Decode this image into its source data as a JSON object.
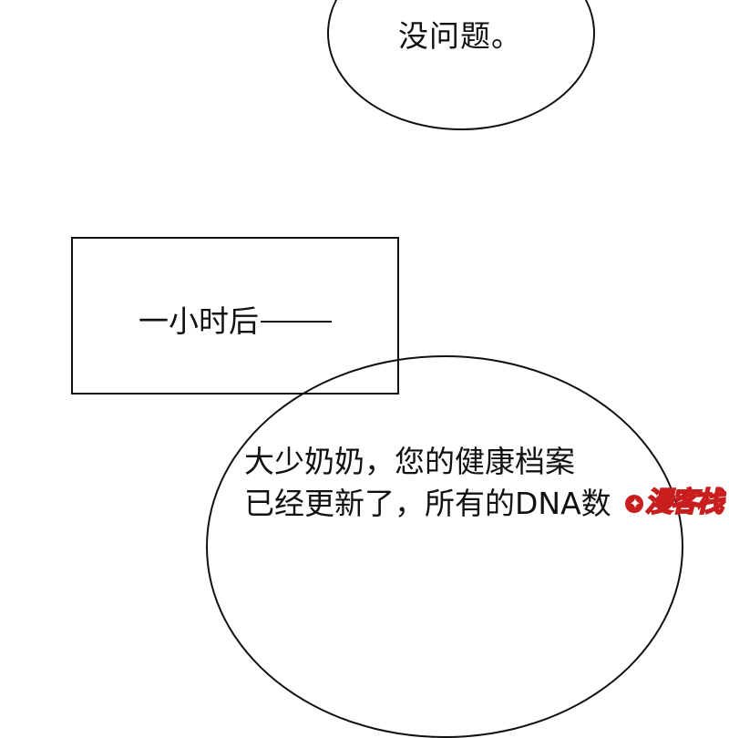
{
  "panel_top": {
    "speech": "没问题。"
  },
  "caption": {
    "text": "一小时后"
  },
  "panel_bottom": {
    "lines": [
      "大少奶奶，您的健康档案",
      "已经更新了，所有的DNA数"
    ]
  },
  "watermark": {
    "text": "漫客栈"
  }
}
